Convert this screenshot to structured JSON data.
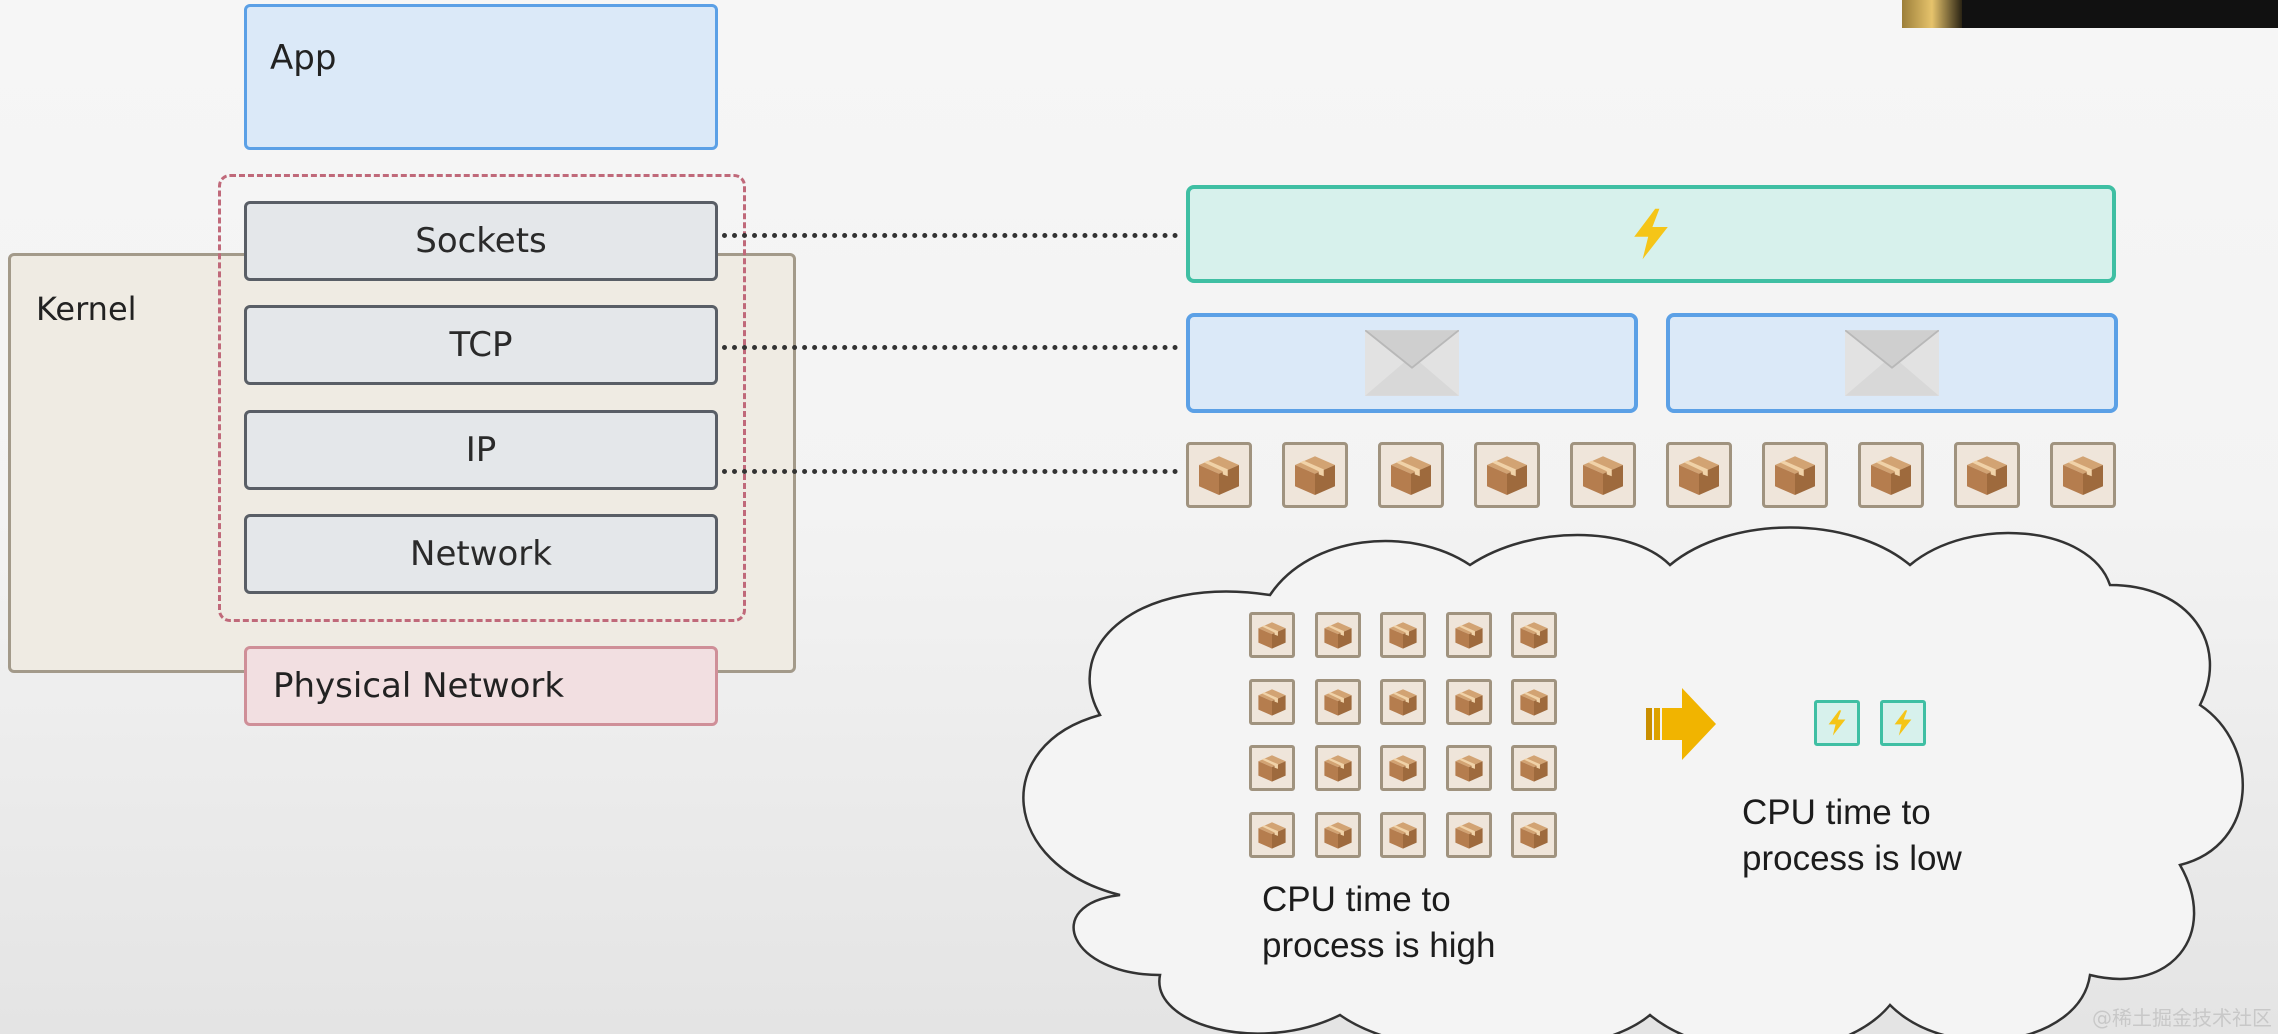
{
  "app": {
    "label": "App"
  },
  "kernel": {
    "label": "Kernel"
  },
  "layers": [
    {
      "label": "Sockets"
    },
    {
      "label": "TCP"
    },
    {
      "label": "IP"
    },
    {
      "label": "Network"
    }
  ],
  "physical": {
    "label": "Physical Network"
  },
  "cloud": {
    "high_text": "CPU time to process is high",
    "low_text": "CPU time to process is low"
  },
  "icons": {
    "socket": "lightning-bolt-icon",
    "message": "envelope-icon",
    "packet": "package-box-icon",
    "arrow": "right-arrow-icon"
  },
  "colors": {
    "app_border": "#5ba0e6",
    "socket_border": "#3fbfa3",
    "packet_border": "#a0937f",
    "dashed_border": "#c0697a",
    "physical_border": "#cf8f98",
    "bolt": "#f5c518",
    "arrow": "#f1b400"
  },
  "watermark": "@稀土掘金技术社区"
}
